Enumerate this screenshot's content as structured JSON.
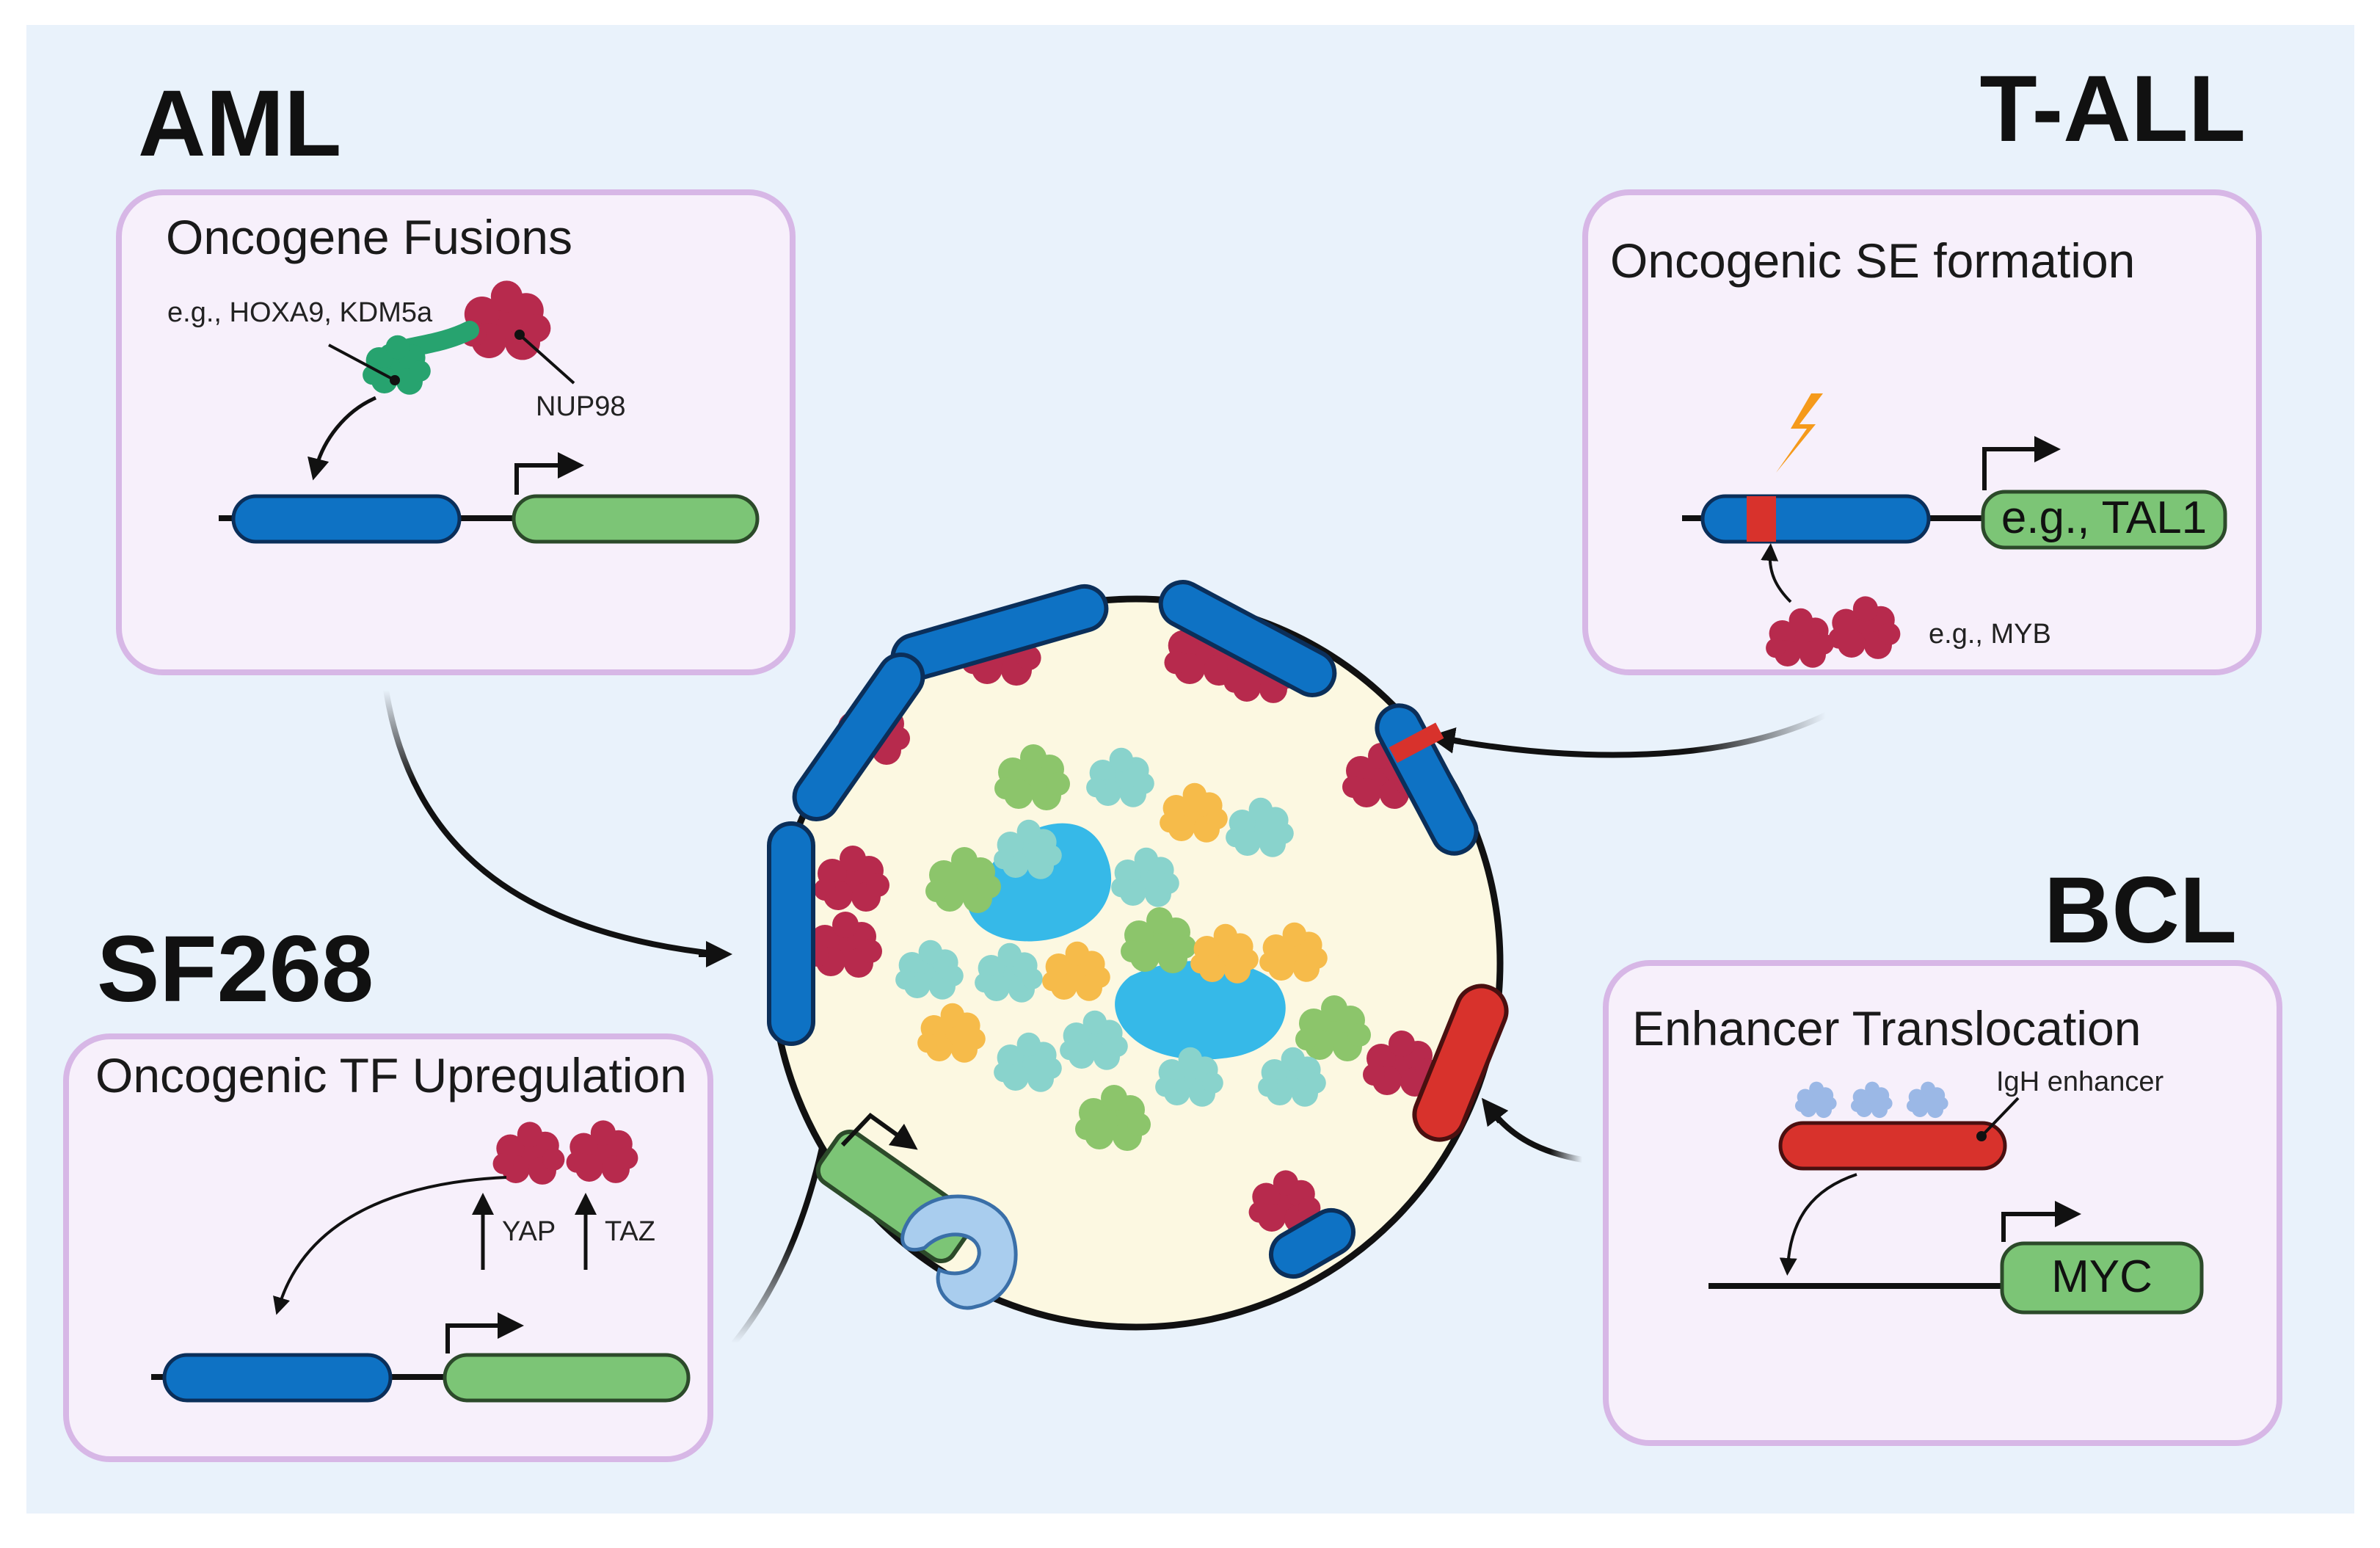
{
  "headings": {
    "aml": "AML",
    "tall": "T-ALL",
    "sf268": "SF268",
    "bcl": "BCL"
  },
  "panels": {
    "aml": {
      "title": "Oncogene Fusions",
      "label_partner": "e.g., HOXA9, KDM5a",
      "label_nup": "NUP98"
    },
    "tall": {
      "title": "Oncogenic SE formation",
      "gene": "e.g., TAL1",
      "label_tf": "e.g., MYB"
    },
    "sf268": {
      "title": "Oncogenic TF Upregulation",
      "label_yap": "YAP",
      "label_taz": "TAZ"
    },
    "bcl": {
      "title": "Enhancer Translocation",
      "label_enhancer": "IgH enhancer",
      "gene": "MYC"
    }
  },
  "colors": {
    "background": "#e9f2fb",
    "panel_fill": "#f7f0fb",
    "panel_border": "#d7b7e6",
    "enhancer_blue": "#0e72c4",
    "gene_green": "#7cc576",
    "tf_crimson": "#b72a4d",
    "translocation_red": "#d8322c",
    "nucleus_fill": "#fcf8e1"
  }
}
